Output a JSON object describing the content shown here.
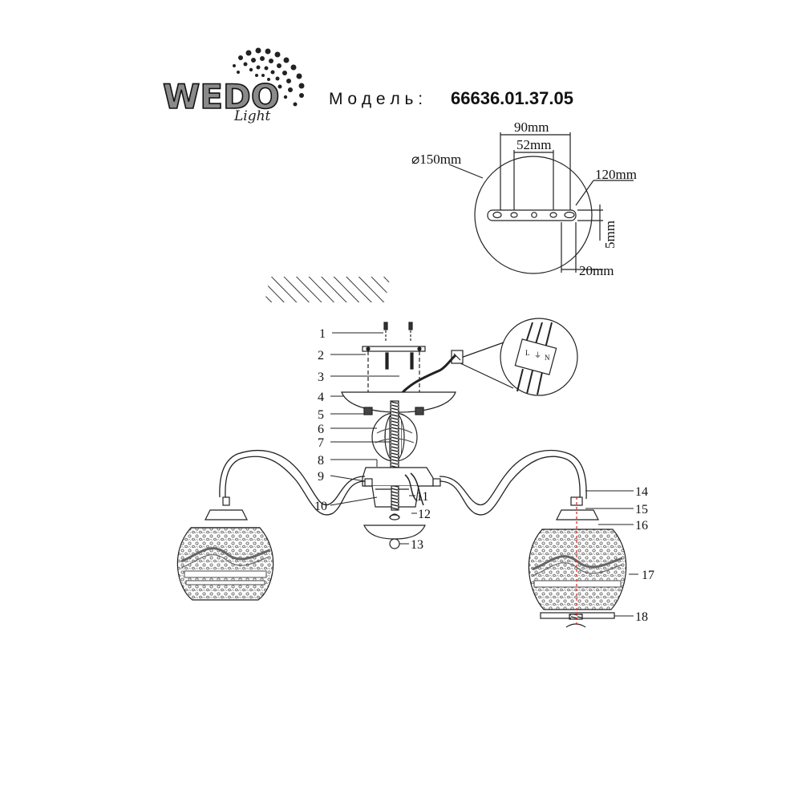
{
  "header": {
    "brand_name": "WEDO",
    "brand_sub": "Light",
    "model_label": "М о д е л ь :",
    "model_number": "66636.01.37.05"
  },
  "mounting_detail": {
    "dim_diameter": "⌀150mm",
    "dim_90": "90mm",
    "dim_52": "52mm",
    "dim_120": "120mm",
    "dim_5": "5mm",
    "dim_20": "20mm"
  },
  "terminal_detail": {
    "labels": [
      "L",
      "⏚",
      "N"
    ]
  },
  "callouts": [
    "1",
    "2",
    "3",
    "4",
    "5",
    "6",
    "7",
    "8",
    "9",
    "10",
    "11",
    "12",
    "13",
    "14",
    "15",
    "16",
    "17",
    "18"
  ]
}
